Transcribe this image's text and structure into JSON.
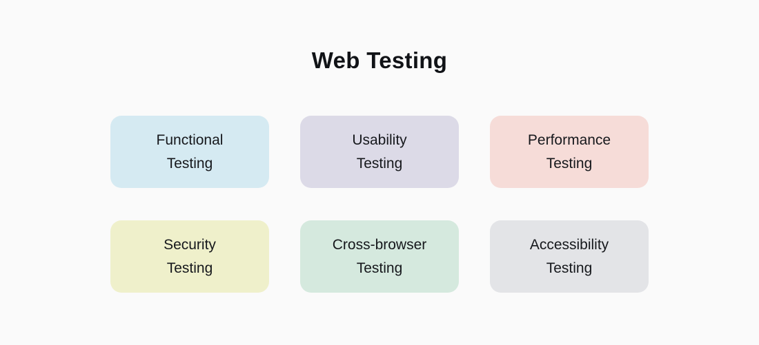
{
  "page": {
    "background_color": "#fafafa",
    "text_color": "#16181c"
  },
  "header": {
    "title": "Web Testing"
  },
  "boxes": [
    {
      "id": "functional-testing",
      "label": "Functional\nTesting",
      "color": "#d5eaf2"
    },
    {
      "id": "usability-testing",
      "label": "Usability\nTesting",
      "color": "#dcdae7"
    },
    {
      "id": "performance-testing",
      "label": "Performance\nTesting",
      "color": "#f6dcd8"
    },
    {
      "id": "security-testing",
      "label": "Security\nTesting",
      "color": "#eff0cb"
    },
    {
      "id": "cross-browser-testing",
      "label": "Cross-browser\nTesting",
      "color": "#d5e9de"
    },
    {
      "id": "accessibility-testing",
      "label": "Accessibility\nTesting",
      "color": "#e3e4e7"
    }
  ]
}
